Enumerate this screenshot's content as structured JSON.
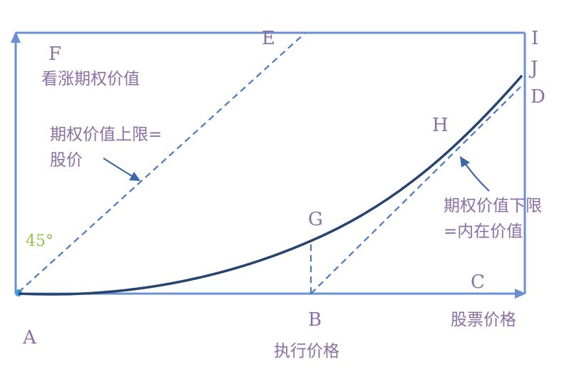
{
  "points": {
    "A": "A",
    "B": "B",
    "C": "C",
    "D": "D",
    "E": "E",
    "F": "F",
    "G": "G",
    "H": "H",
    "I": "I",
    "J": "J"
  },
  "labels": {
    "y_axis": "看涨期权价值",
    "x_axis": "股票价格",
    "strike": "执行价格",
    "upper_bound_line1": "期权价值上限=",
    "upper_bound_line2": "股价",
    "lower_bound_line1": "期权价值下限",
    "lower_bound_line2": "=内在价值",
    "angle": "45°"
  },
  "colors": {
    "axis": "#6c8fd2",
    "dashed": "#4a78c4",
    "curve": "#26446f",
    "label": "#8a6fa6",
    "angle_label": "#9bc24a"
  }
}
